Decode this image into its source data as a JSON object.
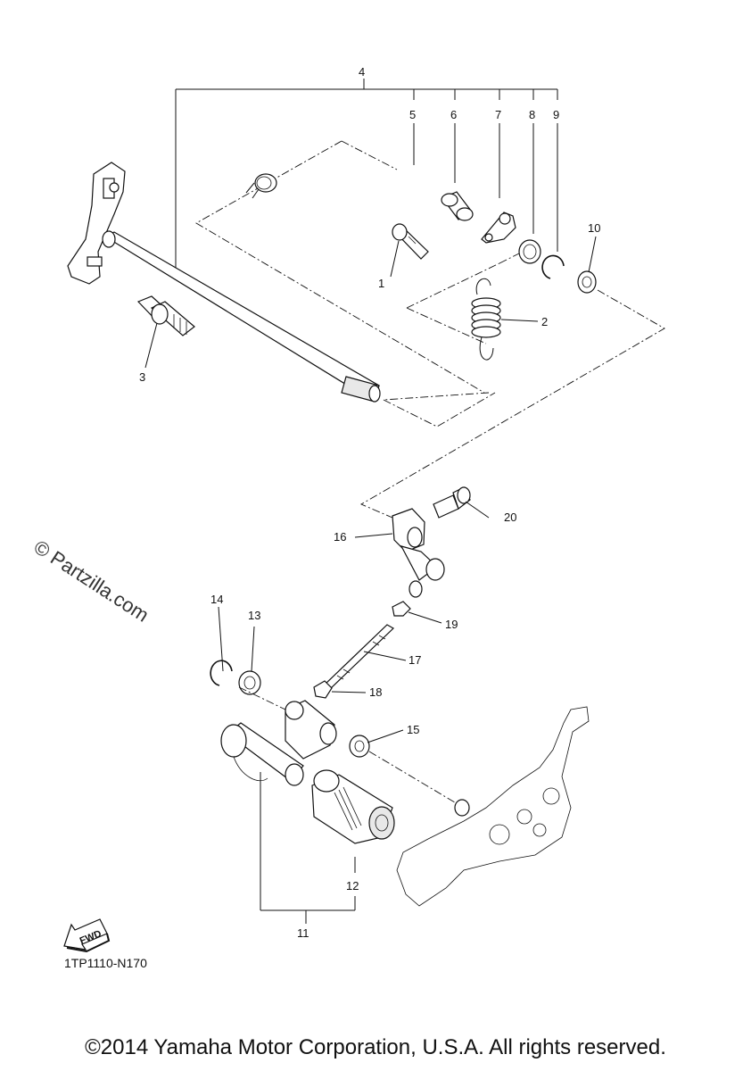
{
  "callouts": [
    {
      "id": "1",
      "label": "1"
    },
    {
      "id": "2",
      "label": "2"
    },
    {
      "id": "3",
      "label": "3"
    },
    {
      "id": "4",
      "label": "4"
    },
    {
      "id": "5",
      "label": "5"
    },
    {
      "id": "6",
      "label": "6"
    },
    {
      "id": "7",
      "label": "7"
    },
    {
      "id": "8",
      "label": "8"
    },
    {
      "id": "9",
      "label": "9"
    },
    {
      "id": "10",
      "label": "10"
    },
    {
      "id": "11",
      "label": "11"
    },
    {
      "id": "12",
      "label": "12"
    },
    {
      "id": "13",
      "label": "13"
    },
    {
      "id": "14",
      "label": "14"
    },
    {
      "id": "15",
      "label": "15"
    },
    {
      "id": "16",
      "label": "16"
    },
    {
      "id": "17",
      "label": "17"
    },
    {
      "id": "18",
      "label": "18"
    },
    {
      "id": "19",
      "label": "19"
    },
    {
      "id": "20",
      "label": "20"
    }
  ],
  "fwd_arrow": {
    "label": "FWD"
  },
  "figure_code": "1TP1110-N170",
  "watermark": "© Partzilla.com",
  "copyright": "©2014 Yamaha Motor Corporation, U.S.A. All rights reserved."
}
